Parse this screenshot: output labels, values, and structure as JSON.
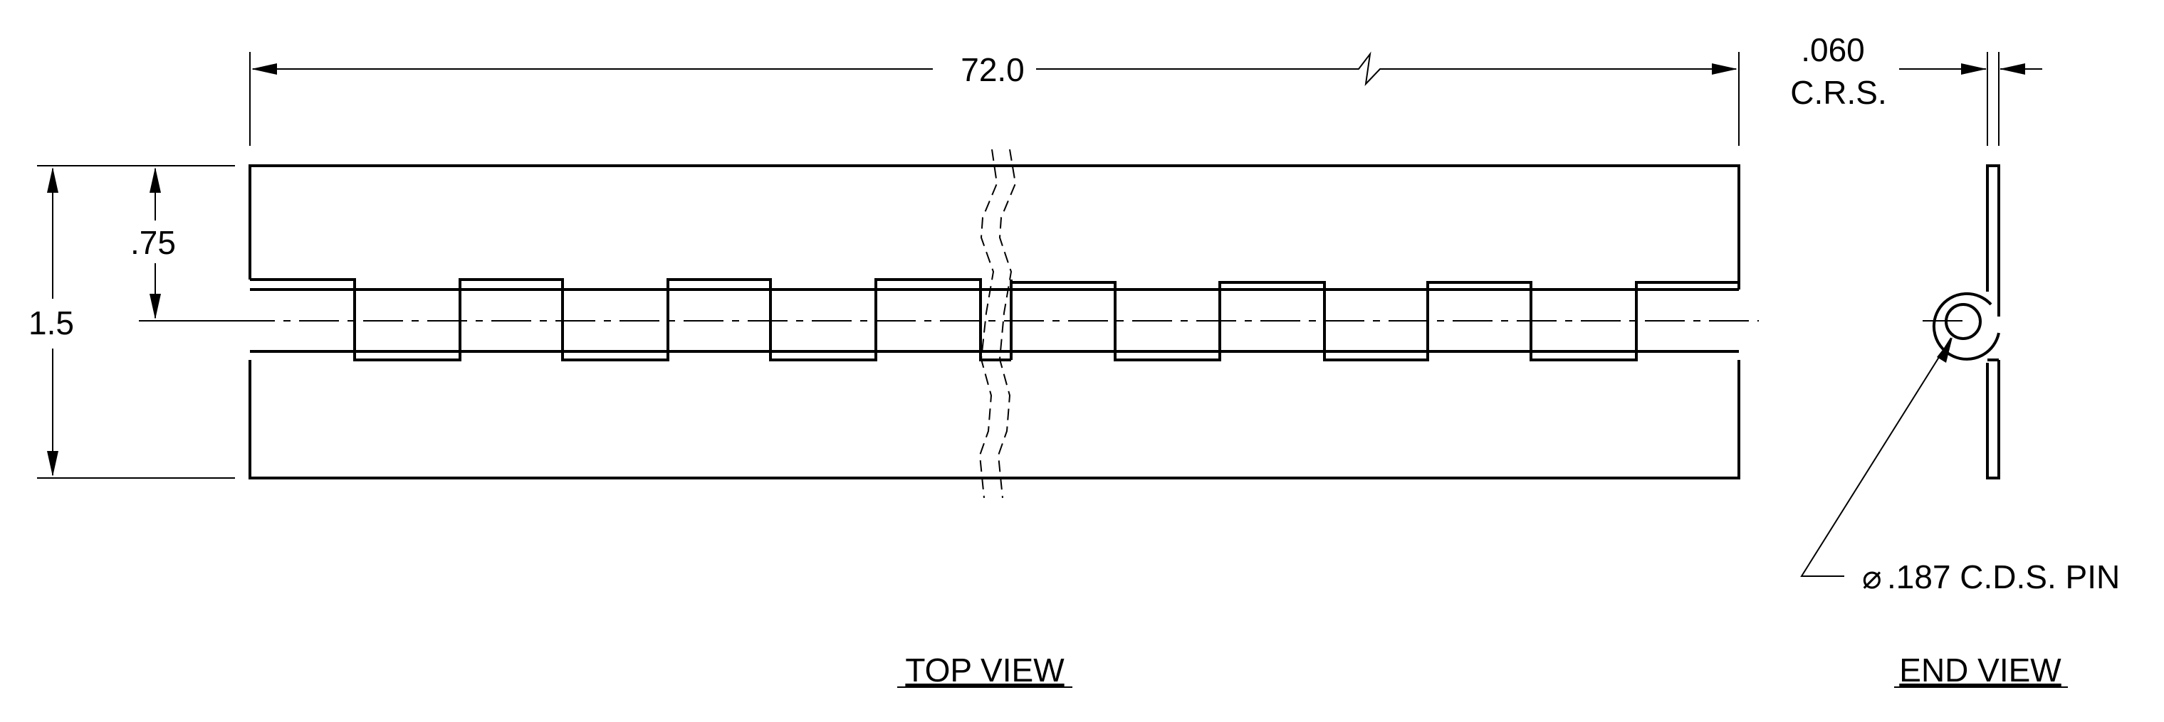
{
  "drawing": {
    "dimensions": {
      "overall_length": "72.0",
      "material_thickness_value": ".060",
      "material_thickness_spec": "C.R.S.",
      "half_width": ".75",
      "overall_width": "1.5"
    },
    "callouts": {
      "pin_diameter_symbol": "⌀",
      "pin": ".187 C.D.S. PIN"
    },
    "views": {
      "top": "TOP VIEW",
      "end": "END VIEW"
    }
  }
}
